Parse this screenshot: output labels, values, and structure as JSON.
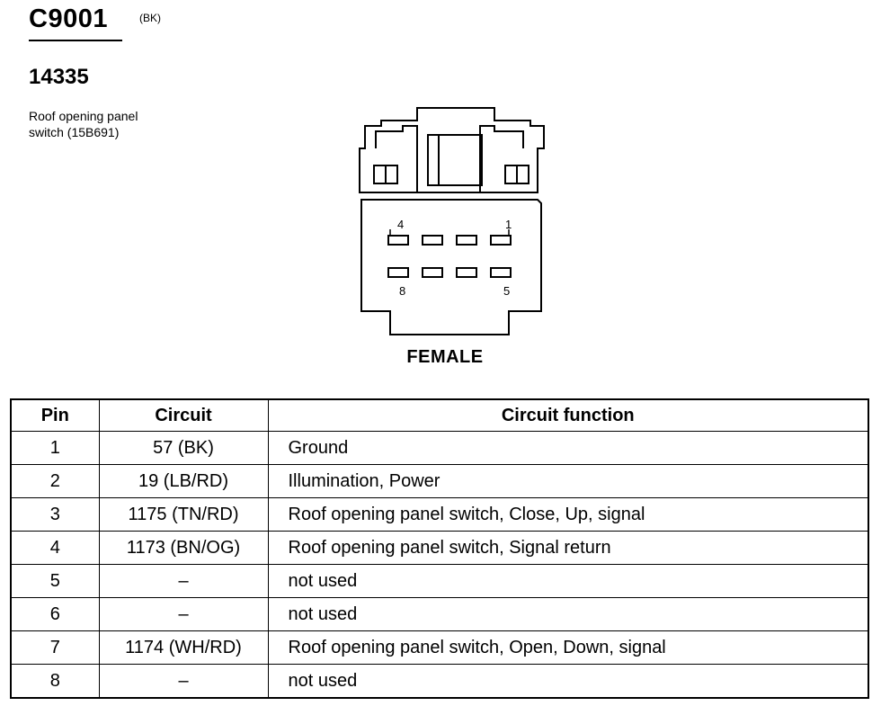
{
  "header": {
    "connector_id": "C9001",
    "connector_color": "(BK)",
    "part_number": "14335",
    "description_line1": "Roof opening panel",
    "description_line2": "switch (15B691)"
  },
  "connector": {
    "gender": "FEMALE",
    "pin_labels": {
      "top_left": "4",
      "top_right": "1",
      "bottom_left": "8",
      "bottom_right": "5"
    }
  },
  "table": {
    "headers": [
      "Pin",
      "Circuit",
      "Circuit function"
    ],
    "rows": [
      {
        "pin": "1",
        "circuit": "57 (BK)",
        "function": "Ground"
      },
      {
        "pin": "2",
        "circuit": "19 (LB/RD)",
        "function": "Illumination, Power"
      },
      {
        "pin": "3",
        "circuit": "1175 (TN/RD)",
        "function": "Roof opening panel switch, Close, Up, signal"
      },
      {
        "pin": "4",
        "circuit": "1173 (BN/OG)",
        "function": "Roof opening panel switch, Signal return"
      },
      {
        "pin": "5",
        "circuit": "–",
        "function": "not used"
      },
      {
        "pin": "6",
        "circuit": "–",
        "function": "not used"
      },
      {
        "pin": "7",
        "circuit": "1174 (WH/RD)",
        "function": "Roof opening panel switch, Open, Down, signal"
      },
      {
        "pin": "8",
        "circuit": "–",
        "function": "not used"
      }
    ]
  }
}
